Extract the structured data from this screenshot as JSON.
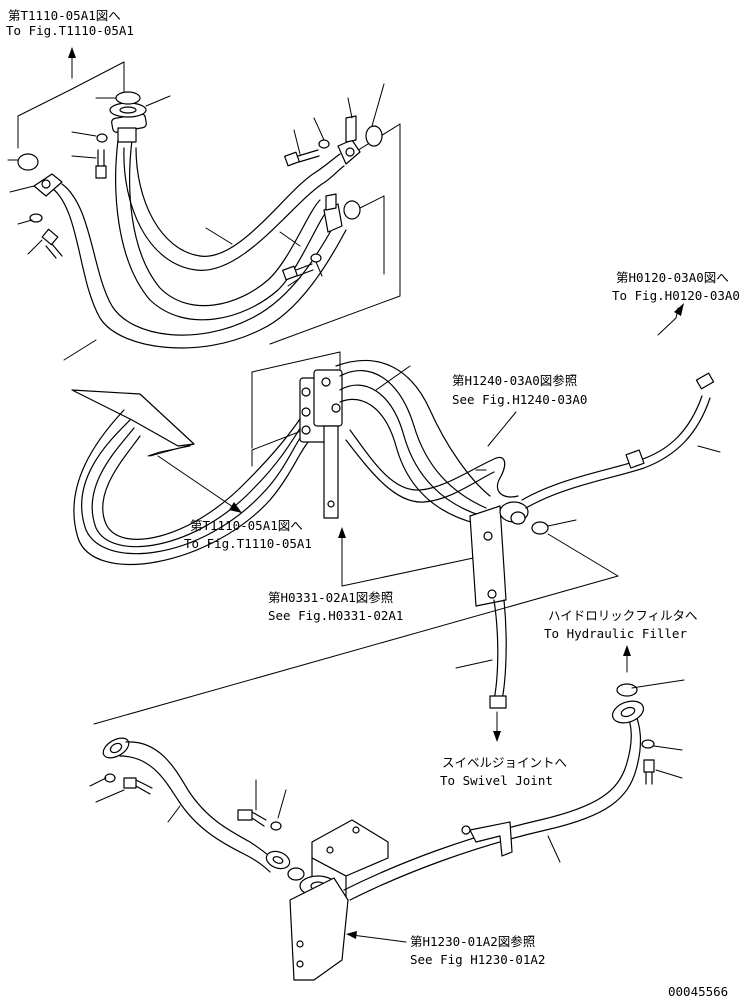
{
  "labels": {
    "t1110_top_jp": "第T1110-05A1図へ",
    "t1110_top_en": "To Fig.T1110-05A1",
    "h0120_jp": "第H0120-03A0図へ",
    "h0120_en": "To Fig.H0120-03A0",
    "h1240_jp": "第H1240-03A0図参照",
    "h1240_en": "See Fig.H1240-03A0",
    "t1110_mid_jp": "第T1110-05A1図へ",
    "t1110_mid_en": "To Fig.T1110-05A1",
    "h0331_jp": "第H0331-02A1図参照",
    "h0331_en": "See Fig.H0331-02A1",
    "filter_jp": "ハイドロリックフィルタへ",
    "filter_en": "To Hydraulic Filler",
    "swivel_jp": "スイベルジョイントへ",
    "swivel_en": "To Swivel Joint",
    "h1230_jp": "第H1230-01A2図参照",
    "h1230_en": "See Fig H1230-01A2",
    "drawing_number": "00045566"
  }
}
